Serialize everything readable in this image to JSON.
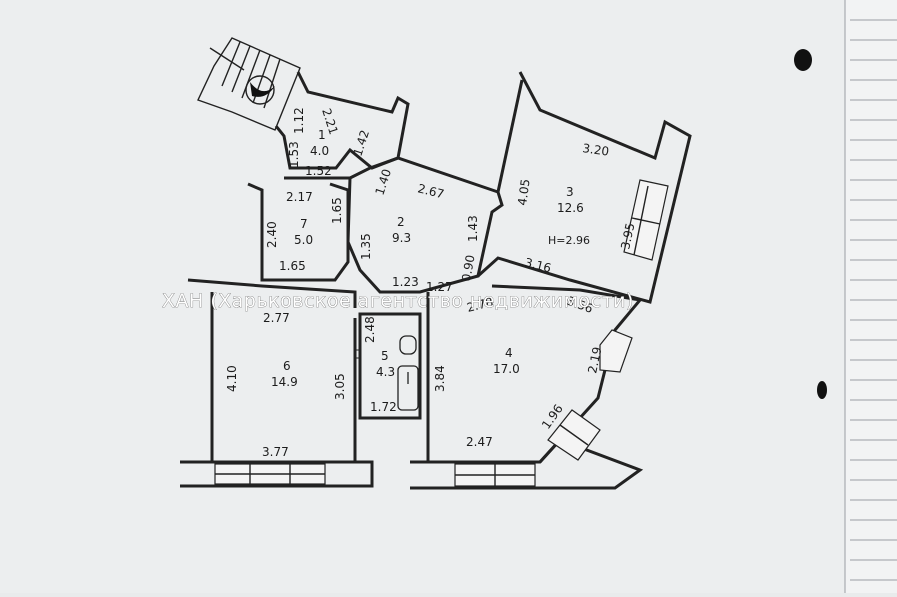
{
  "watermark": "ХАН (Харьковское агентство недвижимости)",
  "ceiling_height": "H=2.96",
  "rooms": [
    {
      "num": "1",
      "area": "4.0"
    },
    {
      "num": "2",
      "area": "9.3"
    },
    {
      "num": "3",
      "area": "12.6"
    },
    {
      "num": "4",
      "area": "17.0"
    },
    {
      "num": "5",
      "area": "4.3"
    },
    {
      "num": "6",
      "area": "14.9"
    },
    {
      "num": "7",
      "area": "5.0"
    }
  ],
  "dimensions": {
    "d_1_12": "1.12",
    "d_2_21": "2.21",
    "d_1_53": "1.53",
    "d_1_42": "1.42",
    "d_1_52": "1.52",
    "d_1_40": "1.40",
    "d_2_67": "2.67",
    "d_4_05": "4.05",
    "d_3_20": "3.20",
    "d_3_95": "3.95",
    "d_2_17": "2.17",
    "d_2_40": "2.40",
    "d_1_65a": "1.65",
    "d_1_65b": "1.65",
    "d_1_35": "1.35",
    "d_1_43": "1.43",
    "d_0_90": "0.90",
    "d_3_16": "3.16",
    "d_1_23": "1.23",
    "d_1_27": "1.27",
    "d_2_77": "2.77",
    "d_2_48": "2.48",
    "d_2_78": "2.78",
    "d_3_56": "3.56",
    "d_4_10": "4.10",
    "d_3_05": "3.05",
    "d_3_84": "3.84",
    "d_2_19": "2.19",
    "d_1_72": "1.72",
    "d_1_96": "1.96",
    "d_3_77": "3.77",
    "d_2_47": "2.47"
  }
}
